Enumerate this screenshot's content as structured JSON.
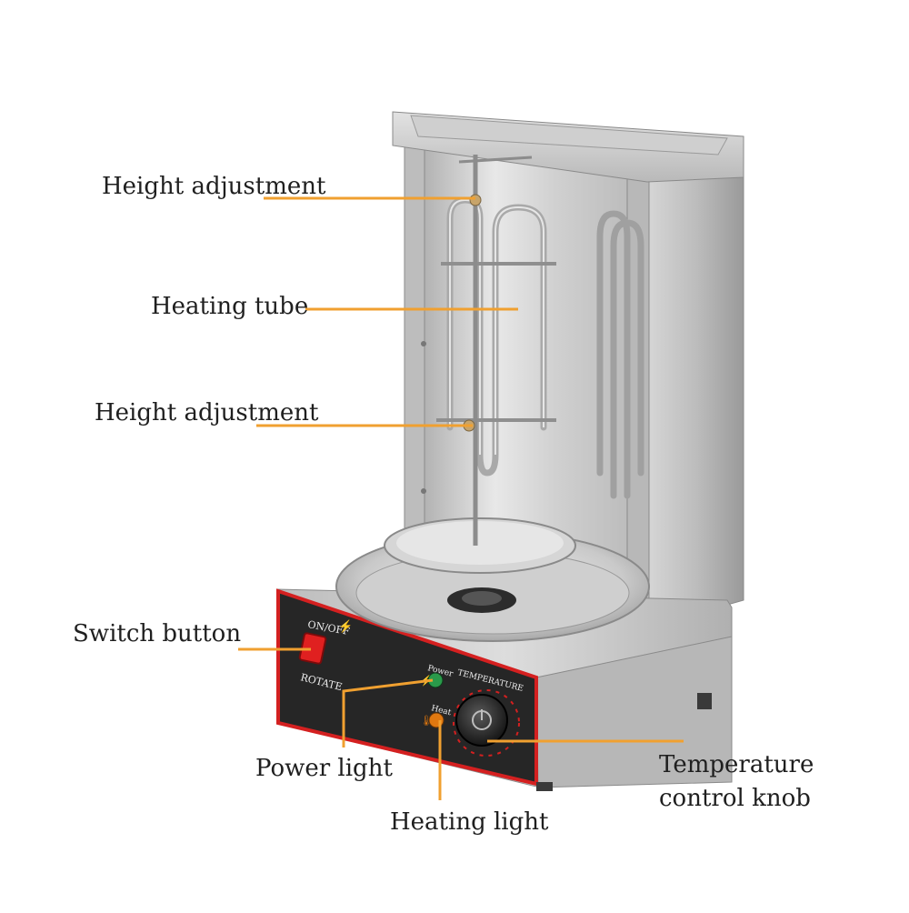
{
  "callouts": {
    "height_adjustment_top": "Height adjustment",
    "heating_tube": "Heating tube",
    "height_adjustment_bottom": "Height adjustment",
    "switch_button": "Switch button",
    "power_light": "Power light",
    "heating_light": "Heating light",
    "temperature_knob_line1": "Temperature",
    "temperature_knob_line2": "control knob"
  },
  "panel": {
    "on_off": "ON/OFF",
    "rotate": "ROTATE",
    "power": "Power",
    "heat": "Heat",
    "temperature": "TEMPERATURE"
  },
  "colors": {
    "leader_line": "#f0a030",
    "steel": "#c8c8c8",
    "panel_bg": "#2a2a2a",
    "panel_trim": "#d42020",
    "switch_red": "#e02020",
    "power_led": "#2a9a4a",
    "heat_led": "#e07810"
  }
}
